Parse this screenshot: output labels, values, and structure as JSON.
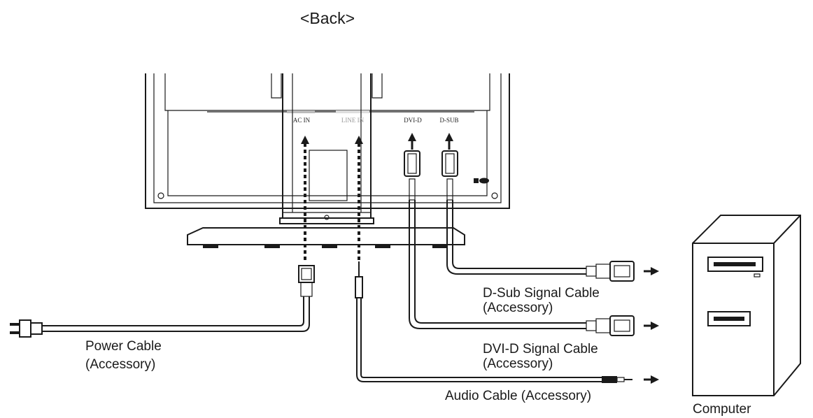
{
  "title": "<Back>",
  "ports": {
    "ac_in": "AC IN",
    "line_in": "LINE IN",
    "dvi_d": "DVI-D",
    "d_sub": "D-SUB"
  },
  "labels": {
    "dsub_cable_line1": "D-Sub Signal Cable",
    "dsub_cable_line2": "(Accessory)",
    "dvid_cable_line1": "DVI-D Signal Cable",
    "dvid_cable_line2": "(Accessory)",
    "power_cable_line1": "Power Cable",
    "power_cable_line2": "(Accessory)",
    "audio_cable": "Audio Cable (Accessory)",
    "computer": "Computer"
  }
}
